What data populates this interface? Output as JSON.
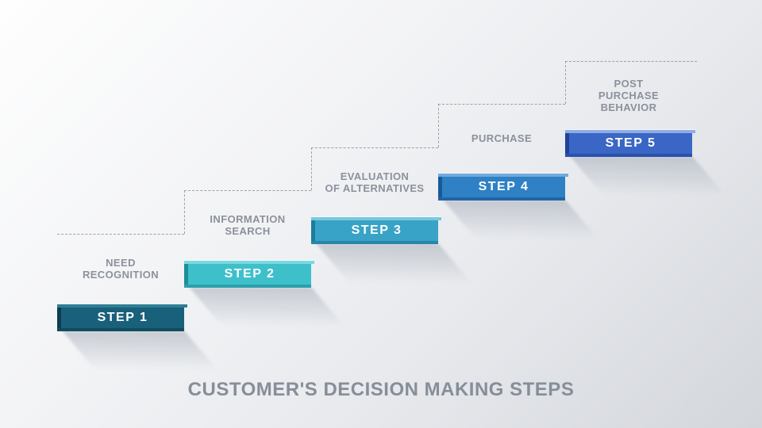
{
  "title": "CUSTOMER'S DECISION MAKING STEPS",
  "palette": {
    "background_from": "#FEFEFE",
    "background_to": "#D3D6DB",
    "dash_color": "#9AA1AA",
    "label_color": "#8B919C",
    "title_color": "#868E99",
    "bar_text_color": "#FFFFFF"
  },
  "steps": [
    {
      "label": "STEP 1",
      "name": "NEED\nRECOGNITION",
      "colors": {
        "top": "#2F7E95",
        "main": "#19607B",
        "left": "#0E3D4F",
        "bottom": "#114C5F"
      }
    },
    {
      "label": "STEP 2",
      "name": "INFORMATION\nSEARCH",
      "colors": {
        "top": "#7BD8DE",
        "main": "#3EC0CB",
        "left": "#1E8E9B",
        "bottom": "#2BA0AB"
      }
    },
    {
      "label": "STEP 3",
      "name": "EVALUATION\nOF ALTERNATIVES",
      "colors": {
        "top": "#7AC8DF",
        "main": "#38A3C6",
        "left": "#1B7BA0",
        "bottom": "#2886A9"
      }
    },
    {
      "label": "STEP 4",
      "name": "PURCHASE",
      "colors": {
        "top": "#73A9DB",
        "main": "#2F80C4",
        "left": "#175A97",
        "bottom": "#2264A5"
      }
    },
    {
      "label": "STEP 5",
      "name": "POST\nPURCHASE\nBEHAVIOR",
      "colors": {
        "top": "#8FACE3",
        "main": "#3A66C5",
        "left": "#22419B",
        "bottom": "#2B51AA"
      }
    }
  ]
}
